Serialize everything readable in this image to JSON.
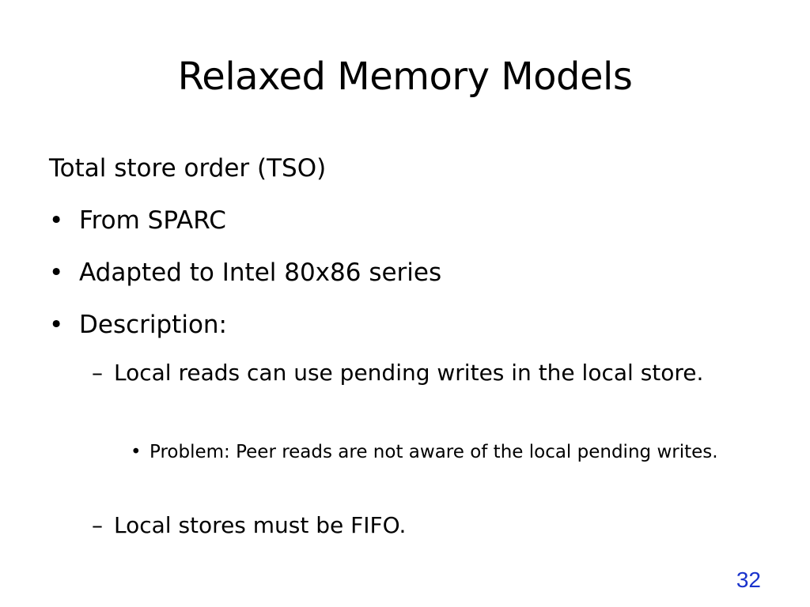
{
  "slide": {
    "title": "Relaxed Memory Models",
    "intro": "Total store order (TSO)",
    "bullets": [
      {
        "marker": "•",
        "text": "From SPARC"
      },
      {
        "marker": "•",
        "text": "Adapted to Intel 80x86 series"
      },
      {
        "marker": "•",
        "text": "Description:"
      }
    ],
    "sub_bullets": [
      {
        "marker": "–",
        "text": "Local reads can use pending writes in the local store."
      },
      {
        "marker": "–",
        "text": "Local stores must be FIFO."
      }
    ],
    "sub_sub_bullets": [
      {
        "marker": "•",
        "text": "Problem: Peer reads are not aware of the local pending writes."
      }
    ],
    "page_number": "32",
    "page_number_color": "#1a33cc"
  }
}
